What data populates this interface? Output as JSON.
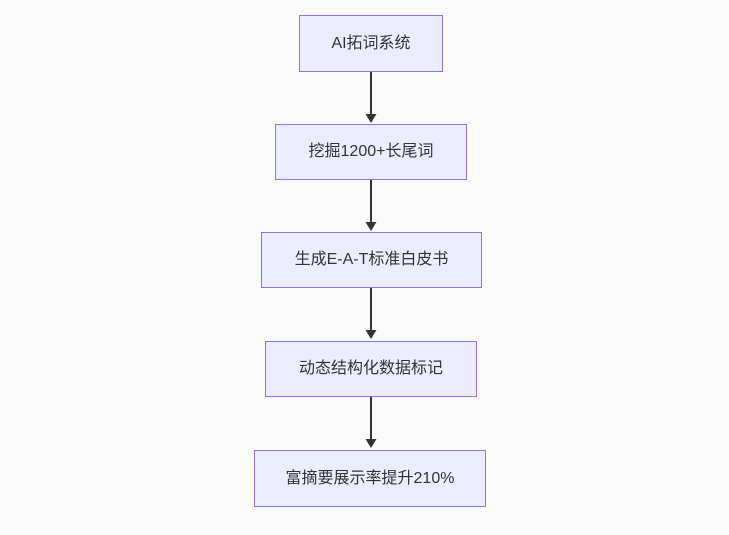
{
  "diagram": {
    "type": "flowchart-top-down",
    "background_color": "#fafafa",
    "node_fill_color": "#ECECFF",
    "node_border_color": "#9370DB",
    "edge_color": "#333333",
    "text_color": "#333333",
    "nodes": [
      {
        "id": "A",
        "label": "AI拓词系统"
      },
      {
        "id": "B",
        "label": "挖掘1200+长尾词"
      },
      {
        "id": "C",
        "label": "生成E-A-T标准白皮书"
      },
      {
        "id": "D",
        "label": "动态结构化数据标记"
      },
      {
        "id": "E",
        "label": "富摘要展示率提升210%"
      }
    ],
    "edges": [
      {
        "from": "A",
        "to": "B",
        "label": ""
      },
      {
        "from": "B",
        "to": "C",
        "label": ""
      },
      {
        "from": "C",
        "to": "D",
        "label": ""
      },
      {
        "from": "D",
        "to": "E",
        "label": ""
      }
    ]
  }
}
